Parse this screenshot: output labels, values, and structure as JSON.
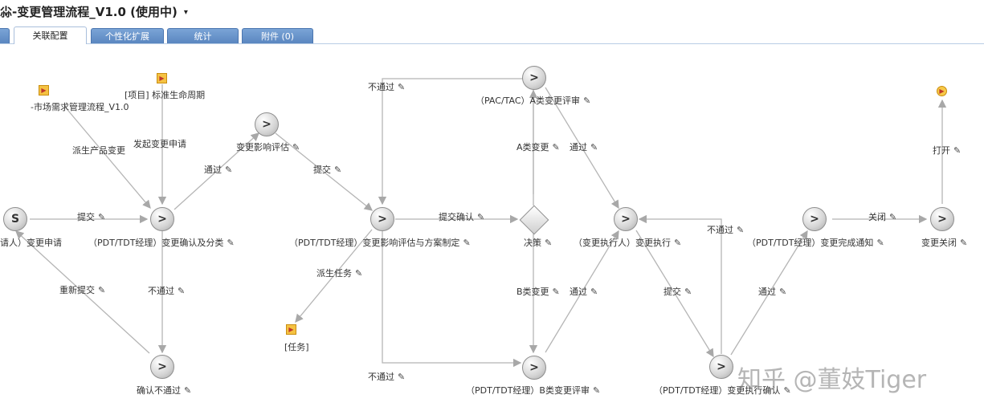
{
  "header": {
    "title": "尛-变更管理流程_V1.0 (使用中)",
    "caret": "▾"
  },
  "tabs": [
    "关联配置",
    "个性化扩展",
    "统计",
    "附件 (0)"
  ],
  "icons": {
    "node": "arrow-right",
    "start": "S",
    "edit": "✎",
    "flag": "▶",
    "diamond": "‹›"
  },
  "nodes": {
    "start": "请人）变更申请",
    "confirm_classify": "（PDT/TDT经理）变更确认及分类",
    "impact_eval": "变更影响评估",
    "impact_plan": "（PDT/TDT经理）变更影响评估与方案制定",
    "a_review": "（PAC/TAC）A类变更评审",
    "decision": "决策",
    "b_review": "（PDT/TDT经理）B类变更评审",
    "execute": "（变更执行人）变更执行",
    "exec_confirm": "（PDT/TDT经理）变更执行确认",
    "complete_notice": "（PDT/TDT经理）变更完成通知",
    "close": "变更关闭",
    "reject_confirm": "确认不通过"
  },
  "subflows": {
    "market": "-市场需求管理流程_V1.0",
    "lifecycle": "[项目] 标准生命周期",
    "task": "[任务]"
  },
  "edges": {
    "derive_product": "派生产品变更",
    "initiate": "发起变更申请",
    "pass1": "通过",
    "submit1": "提交",
    "submit2": "提交",
    "resubmit": "重新提交",
    "fail1": "不通过",
    "derive_task": "派生任务",
    "fail_top": "不通过",
    "submit_confirm": "提交确认",
    "fail_bottom": "不通过",
    "a_change": "A类变更",
    "pass_a": "通过",
    "b_change": "B类变更",
    "pass_b": "通过",
    "fail_exec": "不通过",
    "submit3": "提交",
    "pass_exec": "通过",
    "close_edge": "关闭",
    "open": "打开"
  },
  "watermark": "知乎 @董妓Tiger",
  "colors": {
    "tab": "#5a86c0",
    "line": "#b0b0b0",
    "flag": "#f5c242"
  }
}
